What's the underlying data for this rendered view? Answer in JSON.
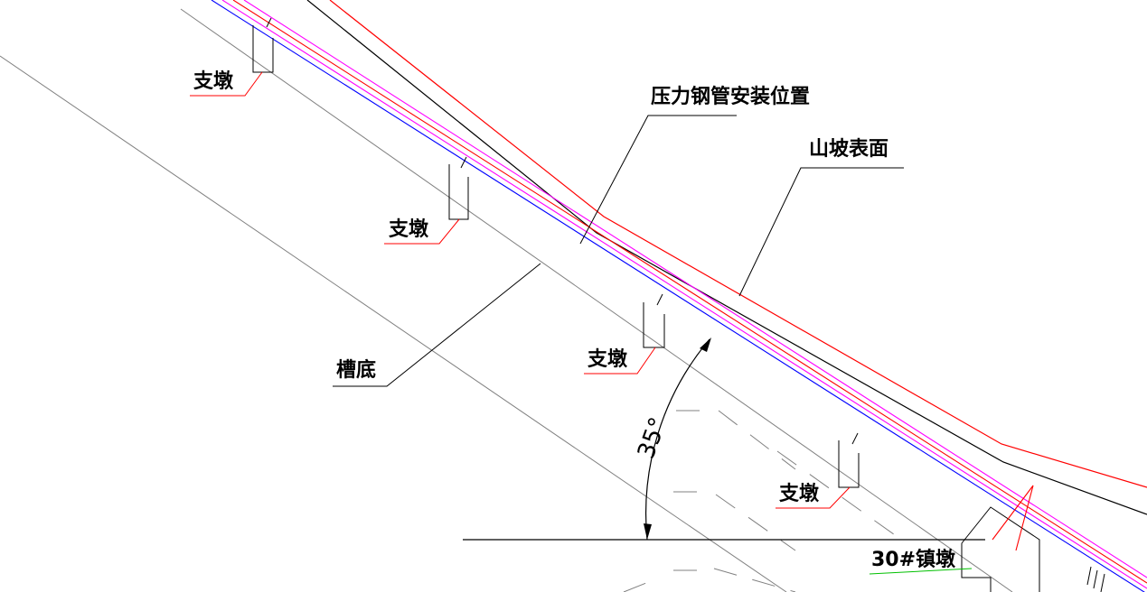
{
  "labels": {
    "pipe_position": "压力钢管安装位置",
    "slope_surface": "山坡表面",
    "trench_bottom": "槽底",
    "support_pier": "支墩",
    "anchor_block": "30#镇墩",
    "angle": "35°"
  },
  "colors": {
    "red": "#ff0000",
    "magenta": "#ff00ff",
    "blue": "#0000ff",
    "black": "#000000",
    "gray": "#808080",
    "green": "#00c000"
  }
}
